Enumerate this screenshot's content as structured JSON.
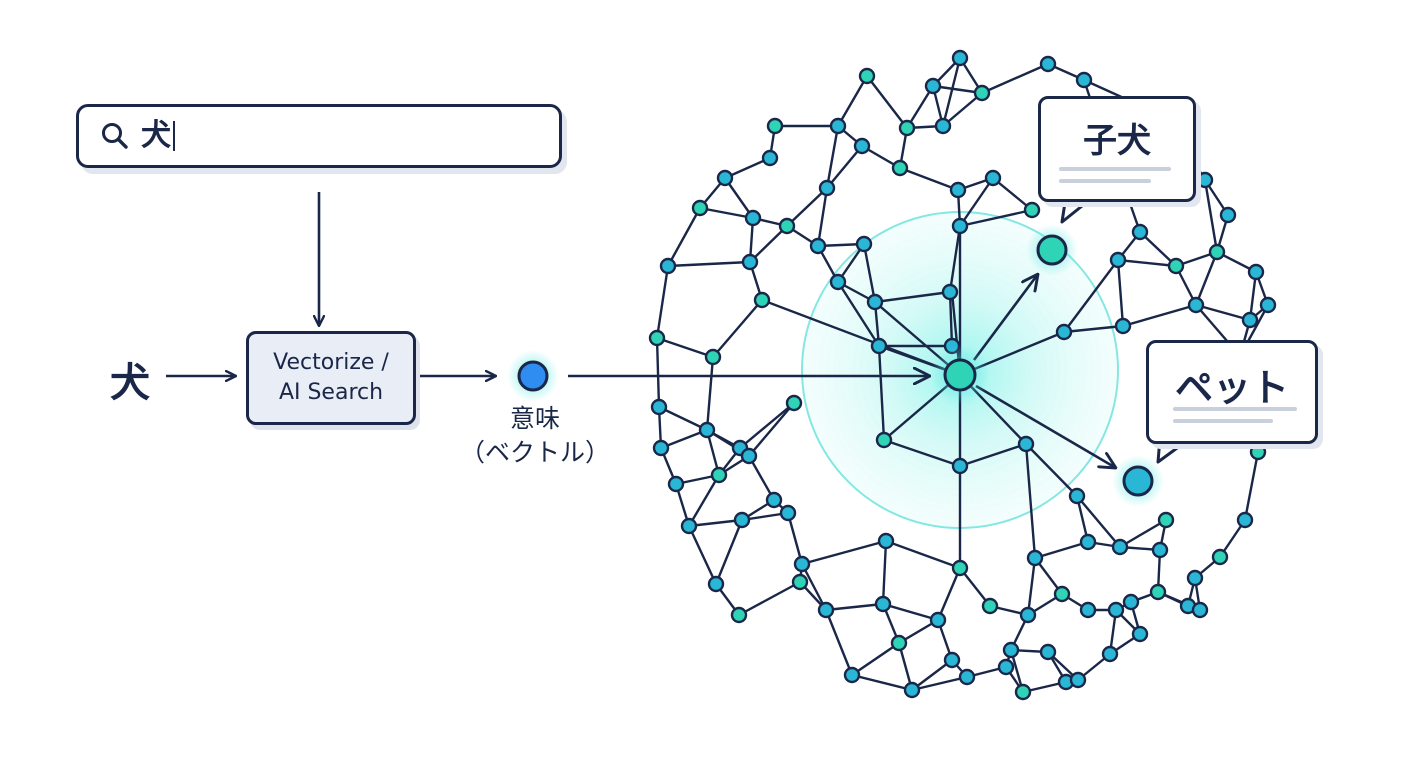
{
  "search": {
    "query": "犬"
  },
  "input_word": "犬",
  "process": {
    "line1": "Vectorize /",
    "line2": "AI Search"
  },
  "vector": {
    "line1": "意味",
    "line2": "（ベクトル）"
  },
  "results": [
    {
      "label": "子犬"
    },
    {
      "label": "ペット"
    }
  ],
  "colors": {
    "ink": "#1a2748",
    "node_fill": "#2ab7d6",
    "node_alt": "#2fd3b5",
    "query_node": "#2f8cf0",
    "glow": "#5de8e2",
    "process_fill": "#e9edf6"
  },
  "icons": [
    "search-icon",
    "arrow-icon"
  ]
}
